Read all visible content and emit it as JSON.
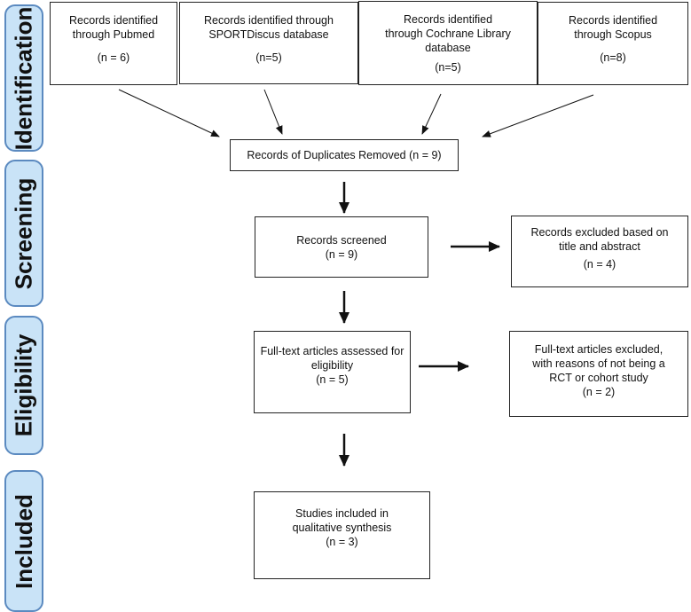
{
  "stages": [
    "Identification",
    "Screening",
    "Eligibility",
    "Included"
  ],
  "identification": {
    "pubmed": {
      "l1": "Records identified",
      "l2": "through Pubmed",
      "n": "(n = 6)"
    },
    "sportdiscus": {
      "l1": "Records identified through",
      "l2": "SPORTDiscus database",
      "n": "(n=5)"
    },
    "cochrane": {
      "l1": "Records identified",
      "l2": "through Cochrane Library",
      "l3": "database",
      "n": "(n=5)"
    },
    "scopus": {
      "l1": "Records identified",
      "l2": "through Scopus",
      "n": "(n=8)"
    }
  },
  "duplicates": {
    "text": "Records of Duplicates Removed (n = 9)"
  },
  "screened": {
    "l1": "Records screened",
    "n": "(n = 9)"
  },
  "excluded_title": {
    "l1": "Records excluded based on",
    "l2": "title and abstract",
    "n": "(n = 4)"
  },
  "fulltext_assessed": {
    "l1": "Full-text articles assessed for",
    "l2": "eligibility",
    "n": "(n = 5)"
  },
  "fulltext_excluded": {
    "l1": "Full-text articles excluded,",
    "l2": "with reasons of not being a",
    "l3": "RCT or cohort study",
    "n": "(n = 2)"
  },
  "included": {
    "l1": "Studies included in",
    "l2": "qualitative synthesis",
    "n": "(n = 3)"
  }
}
